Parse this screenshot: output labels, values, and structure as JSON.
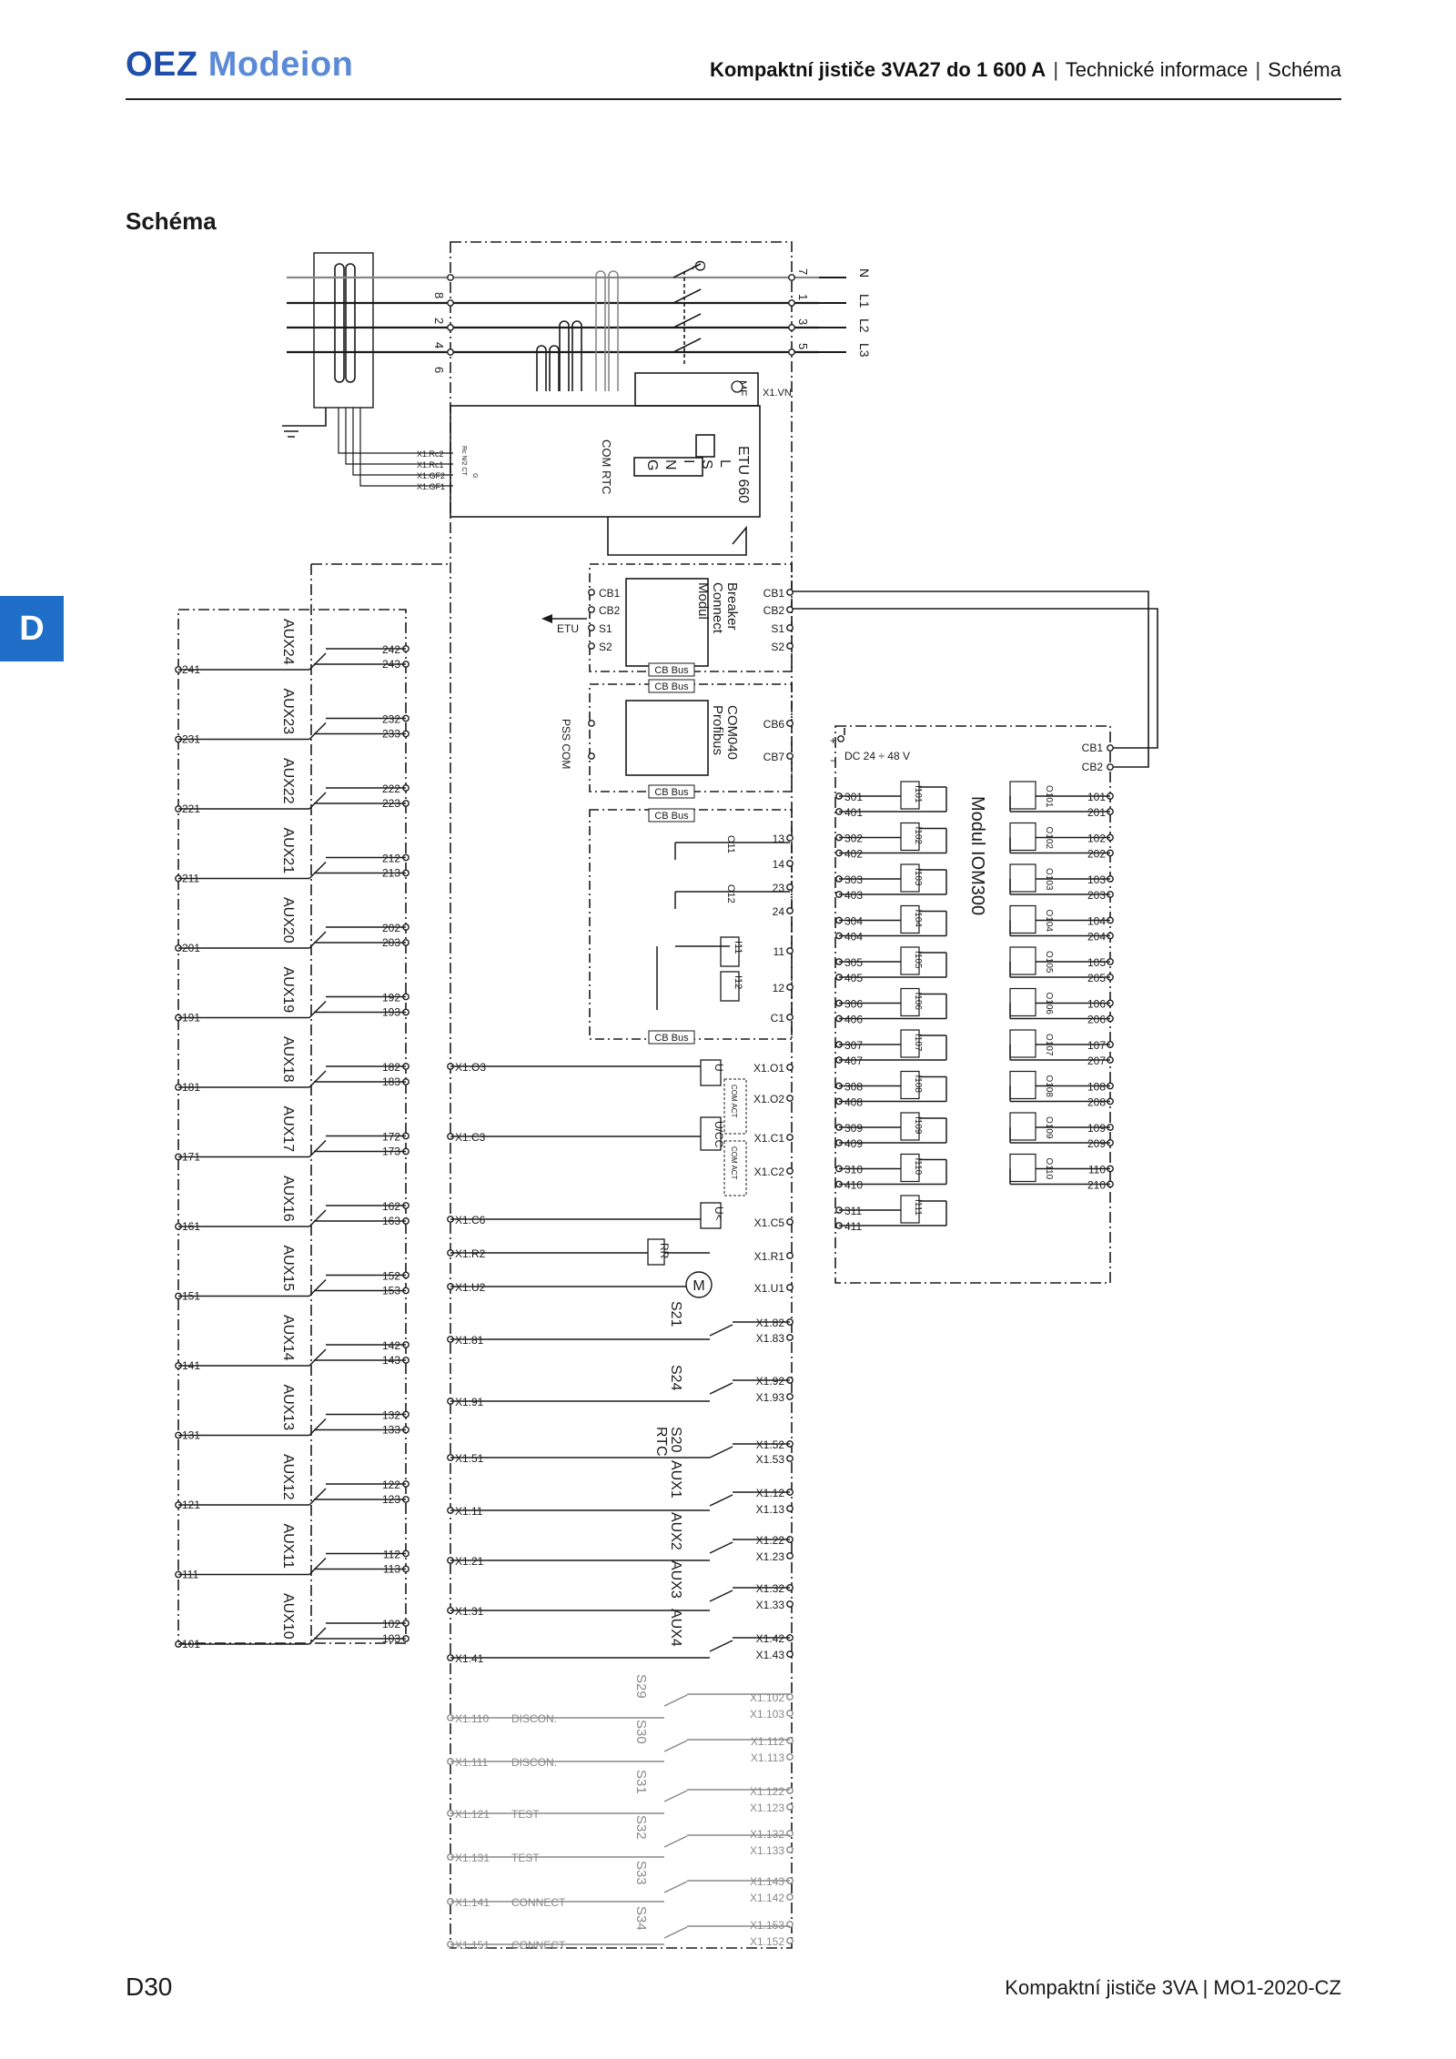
{
  "header": {
    "brand_bold": "OEZ",
    "brand_light": "Modeion",
    "title_bold": "Kompaktní jističe 3VA27 do 1 600 A",
    "title_part2": "Technické informace",
    "title_part3": "Schéma",
    "separator": "|"
  },
  "section_title": "Schéma",
  "side_tab": "D",
  "footer": {
    "page": "D30",
    "doc_title": "Kompaktní jističe 3VA",
    "doc_code": "MO1-2020-CZ"
  },
  "schematic": {
    "top_terminals_left": [
      "8",
      "2",
      "4",
      "6"
    ],
    "top_terminals_right": [
      "7",
      "1",
      "3",
      "5"
    ],
    "phases": [
      "N",
      "L1",
      "L2",
      "L3"
    ],
    "main_switch": "Q",
    "mf": "MF",
    "x1vn": "X1.VN",
    "ct_labels": [
      "X1.Rc2",
      "X1.Rc1",
      "X1.GF2",
      "X1.GF1"
    ],
    "ct_small": [
      "Rc N/2 CT",
      "G"
    ],
    "etu_title": "ETU 660",
    "etu_letters": [
      "L",
      "S",
      "I",
      "N",
      "G"
    ],
    "etu_com": "COM RTC",
    "bcm": {
      "title_lines": [
        "Breaker",
        "Connect",
        "Modul"
      ],
      "left_terms": [
        "CB1",
        "CB2",
        "S1",
        "S2"
      ],
      "right_terms": [
        "CB1",
        "CB2",
        "S1",
        "S2"
      ],
      "etu_arrow": "ETU"
    },
    "cb_bus": "CB Bus",
    "com040": {
      "title_lines": [
        "COM040",
        "Profibus"
      ],
      "right_terms": [
        "CB6",
        "CB7"
      ],
      "left_label": "PSS COM"
    },
    "io_block": {
      "outputs": [
        "O11",
        "O12"
      ],
      "inputs": [
        "I11",
        "I12"
      ],
      "terms": [
        "13",
        "14",
        "23",
        "24",
        "11",
        "12",
        "C1"
      ]
    },
    "left_x1": [
      "X1.O3",
      "X1.C3",
      "X1.C6",
      "X1.R2",
      "X1.U2",
      "X1.81",
      "X1.91",
      "X1.51",
      "X1.11",
      "X1.21",
      "X1.31",
      "X1.41"
    ],
    "right_x1": [
      "X1.O1",
      "X1.O2",
      "X1.C1",
      "X1.C2",
      "X1.C5",
      "X1.R1",
      "X1.U1",
      "X1.82",
      "X1.83",
      "X1.92",
      "X1.93",
      "X1.52",
      "X1.53",
      "X1.12",
      "X1.13",
      "X1.22",
      "X1.23",
      "X1.32",
      "X1.33",
      "X1.42",
      "X1.43"
    ],
    "coil_labels": [
      "U",
      "U/CC",
      "U<",
      "RR",
      "M"
    ],
    "com_act": "COM ACT",
    "switch_names": [
      "S21",
      "S24",
      "S20",
      "RTC",
      "AUX1",
      "AUX2",
      "AUX3",
      "AUX4"
    ],
    "grey_left": [
      "X1.110",
      "X1.111",
      "X1.121",
      "X1.131",
      "X1.141",
      "X1.151"
    ],
    "grey_mid": [
      "DISCON.",
      "DISCON.",
      "TEST",
      "TEST",
      "CONNECT",
      "CONNECT"
    ],
    "grey_right": [
      "X1.102",
      "X1.103",
      "X1.112",
      "X1.113",
      "X1.122",
      "X1.123",
      "X1.132",
      "X1.133",
      "X1.143",
      "X1.142",
      "X1.153",
      "X1.152"
    ],
    "grey_switches": [
      "S29",
      "S30",
      "S31",
      "S32",
      "S33",
      "S34"
    ],
    "aux_names": [
      "AUX24",
      "AUX23",
      "AUX22",
      "AUX21",
      "AUX20",
      "AUX19",
      "AUX18",
      "AUX17",
      "AUX16",
      "AUX15",
      "AUX14",
      "AUX13",
      "AUX12",
      "AUX11",
      "AUX10"
    ],
    "aux_left": [
      "241",
      "231",
      "221",
      "211",
      "201",
      "191",
      "181",
      "171",
      "161",
      "151",
      "141",
      "131",
      "121",
      "111",
      "101"
    ],
    "aux_r1": [
      "242",
      "232",
      "222",
      "212",
      "202",
      "192",
      "182",
      "172",
      "162",
      "152",
      "142",
      "132",
      "122",
      "112",
      "102"
    ],
    "aux_r2": [
      "243",
      "233",
      "223",
      "213",
      "203",
      "193",
      "183",
      "173",
      "163",
      "153",
      "143",
      "133",
      "123",
      "113",
      "103"
    ],
    "iom": {
      "title": "Modul IOM300",
      "supply": "DC 24 ÷ 48 V",
      "plus": "+",
      "minus": "−",
      "cb_terms": [
        "CB1",
        "CB2"
      ],
      "in_top": [
        "301",
        "302",
        "303",
        "304",
        "305",
        "306",
        "307",
        "308",
        "309",
        "310",
        "311"
      ],
      "in_bot": [
        "401",
        "402",
        "403",
        "404",
        "405",
        "406",
        "407",
        "408",
        "409",
        "410",
        "411"
      ],
      "in_names": [
        "I101",
        "I102",
        "I103",
        "I104",
        "I105",
        "I106",
        "I107",
        "I108",
        "I109",
        "I110",
        "I111"
      ],
      "out_top": [
        "101",
        "102",
        "103",
        "104",
        "105",
        "106",
        "107",
        "108",
        "109",
        "110"
      ],
      "out_bot": [
        "201",
        "202",
        "203",
        "204",
        "205",
        "206",
        "207",
        "208",
        "209",
        "210"
      ],
      "out_names": [
        "O101",
        "O102",
        "O103",
        "O104",
        "O105",
        "O106",
        "O107",
        "O108",
        "O109",
        "O110"
      ]
    }
  }
}
